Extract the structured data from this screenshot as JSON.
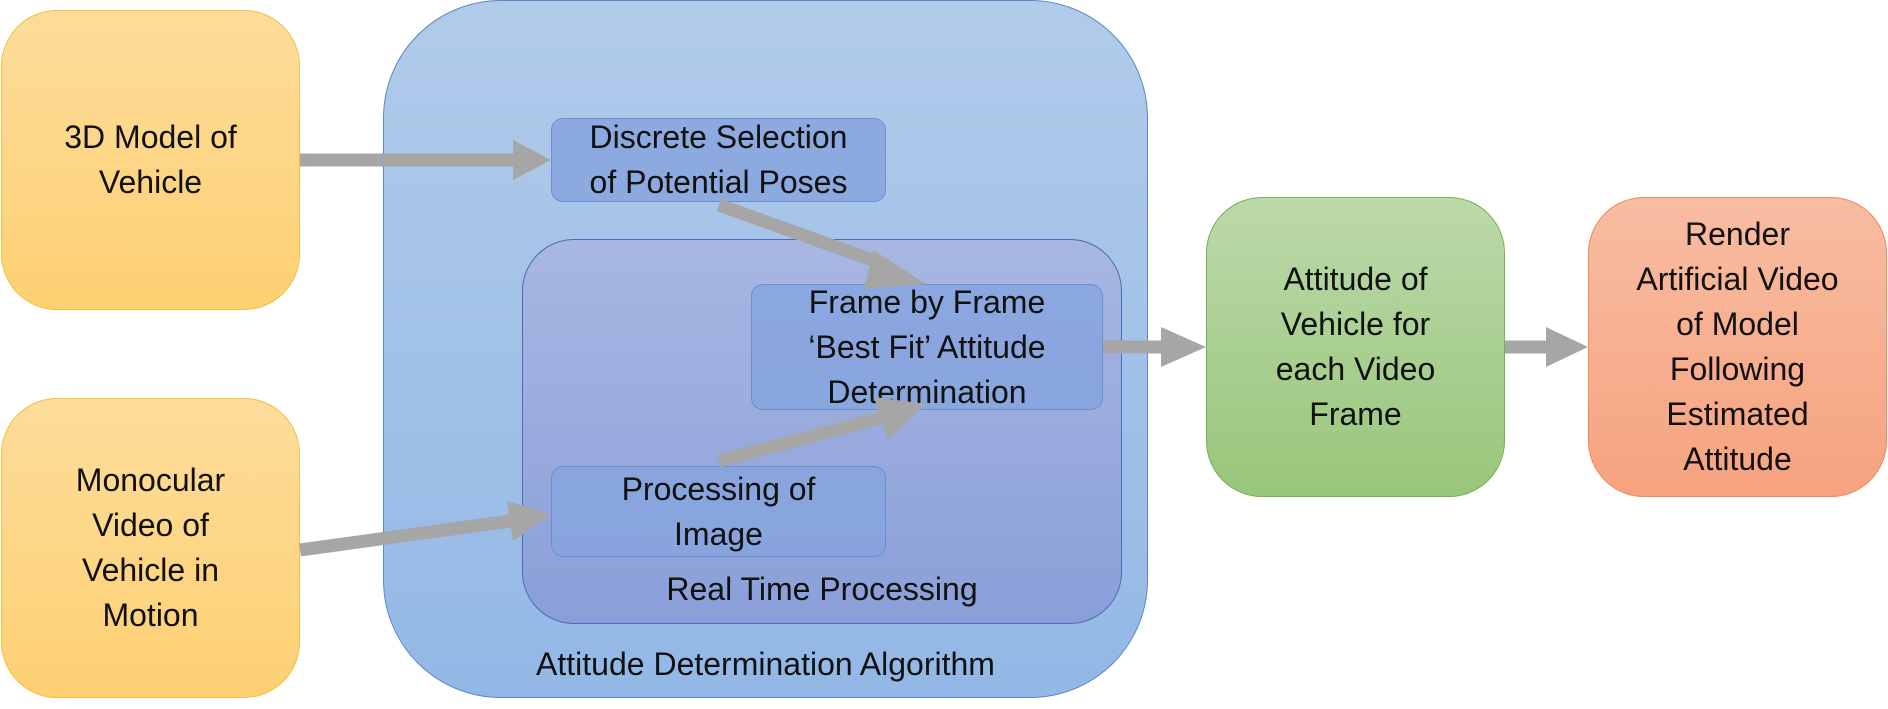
{
  "diagram": {
    "nodes": {
      "model_3d": {
        "text": "3D Model of\nVehicle"
      },
      "monocular_video": {
        "text": "Monocular\nVideo of\nVehicle in\nMotion"
      },
      "algorithm": {
        "label": "Attitude Determination Algorithm"
      },
      "realtime": {
        "label": "Real Time Processing"
      },
      "discrete_selection": {
        "text": "Discrete Selection\nof Potential Poses"
      },
      "best_fit": {
        "text": "Frame by Frame\n‘Best Fit’ Attitude\nDetermination"
      },
      "processing_image": {
        "text": "Processing of\nImage"
      },
      "attitude_output": {
        "text": "Attitude of\nVehicle for\neach Video\nFrame"
      },
      "render": {
        "text": "Render\nArtificial Video\nof Model\nFollowing\nEstimated\nAttitude"
      }
    },
    "colors": {
      "input_fill": "#fdd072",
      "algorithm_fill": "#9dbfe8",
      "realtime_fill": "#94a8dd",
      "step_fill": "#87a5de",
      "output_fill": "#98c67a",
      "render_fill": "#f6a37f",
      "arrow": "#a6a6a6"
    }
  }
}
